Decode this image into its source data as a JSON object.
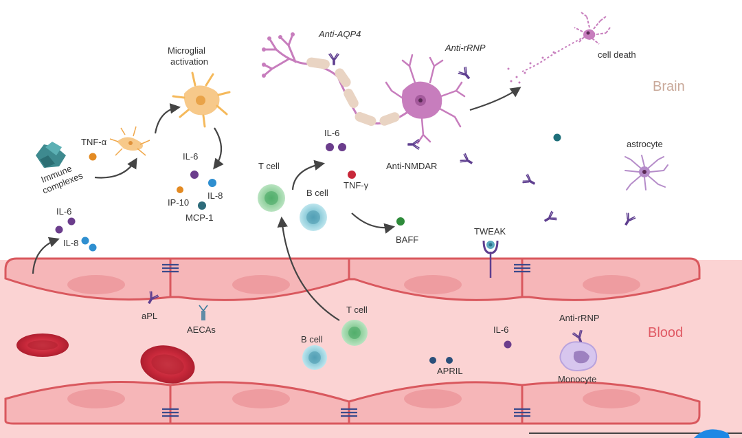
{
  "regions": {
    "brain": "Brain",
    "blood": "Blood"
  },
  "labels": {
    "anti_aqp4": "Anti-AQP4",
    "anti_rrnp_brain": "Anti-rRNP",
    "cell_death": "cell death",
    "microglial_activation_line1": "Microglial",
    "microglial_activation_line2": "activation",
    "tnf_alpha": "TNF-α",
    "immune_complexes_line1": "Immune",
    "immune_complexes_line2": "complexes",
    "il6_left": "IL-6",
    "il8_left": "IL-8",
    "il6_mid": "IL-6",
    "ip10": "IP-10",
    "il8_mid": "IL-8",
    "mcp1": "MCP-1",
    "il6_top": "IL-6",
    "t_cell_brain": "T cell",
    "b_cell_brain": "B cell",
    "tnf_gamma": "TNF-γ",
    "anti_nmdar": "Anti-NMDAR",
    "baff": "BAFF",
    "astrocyte": "astrocyte",
    "tweak": "TWEAK",
    "apl": "aPL",
    "aecas": "AECAs",
    "t_cell_blood": "T cell",
    "b_cell_blood": "B cell",
    "april": "APRIL",
    "il6_blood": "IL-6",
    "anti_rrnp_blood": "Anti-rRNP",
    "monocyte": "Monocyte"
  },
  "colors": {
    "vessel_fill": "#f8c9c9",
    "vessel_cell": "#f4a9ab",
    "vessel_border": "#d9585e",
    "junction": "#3a4a8c",
    "rbc": "#c8283a",
    "neuron": "#c77dbd",
    "axon_sheath": "#e9d4c3",
    "microglia": "#f5b95b",
    "il6_dot": "#6b3d8c",
    "il8_dot": "#2f8fd0",
    "mcp1_dot": "#2d6b7a",
    "ip10_dot": "#e38a22",
    "tnf_gamma_dot": "#c8283a",
    "baff_dot": "#2e8b3a",
    "t_cell": "#9fd6a8",
    "b_cell": "#a9dbe5",
    "antibody": "#5e3e8f",
    "arrow": "#444444"
  },
  "icons": [
    "immune-complex-icon",
    "microglia-icon",
    "neuron-icon",
    "astrocyte-icon",
    "antibody-icon",
    "t-cell-icon",
    "b-cell-icon",
    "red-blood-cell-icon",
    "monocyte-icon",
    "tweak-receptor-icon",
    "tight-junction-icon"
  ]
}
